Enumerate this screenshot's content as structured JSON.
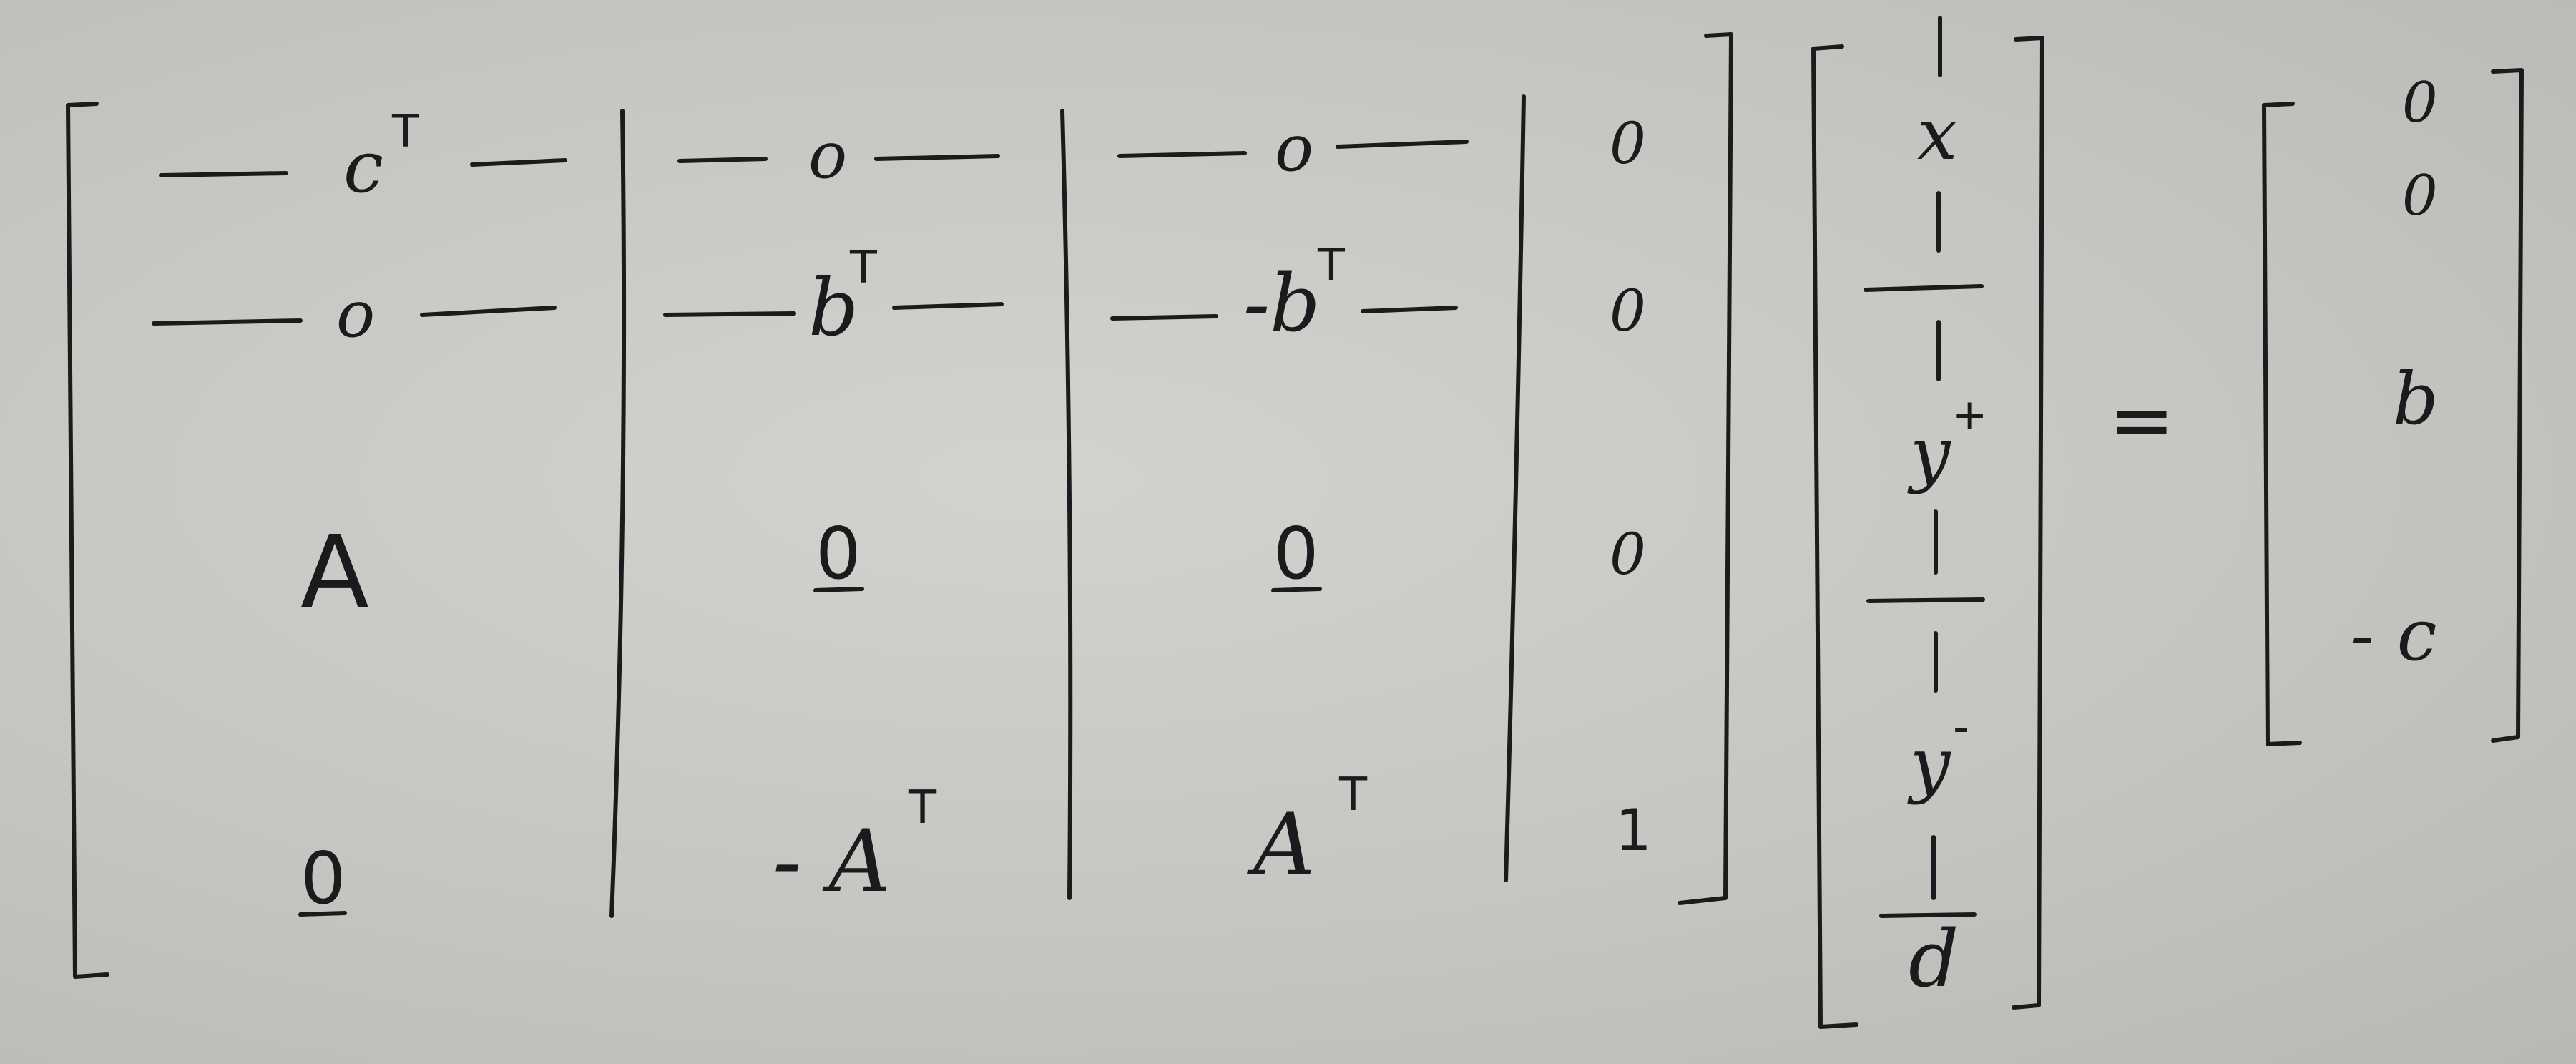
{
  "equation": {
    "matrix": {
      "col1": {
        "row1": "c",
        "row1_sup": "T",
        "row2": "o",
        "row3": "A",
        "row4": "0"
      },
      "col2": {
        "row1": "o",
        "row2": "b",
        "row2_sup": "T",
        "row3": "0",
        "row4": "- A",
        "row4_sup": "T"
      },
      "col3": {
        "row1": "o",
        "row2": "-b",
        "row2_sup": "T",
        "row3": "0",
        "row4": "A",
        "row4_sup": "T"
      },
      "col4": {
        "row1": "0",
        "row2": "0",
        "row3": "0",
        "row4": "1"
      }
    },
    "vector": {
      "x": "x",
      "y_plus": "y",
      "y_plus_sup": "+",
      "y_minus": "y",
      "y_minus_sup": "-",
      "d": "d"
    },
    "equals": "=",
    "rhs": {
      "r1": "0",
      "r2": "0",
      "r3": "b",
      "r4": "- c"
    }
  }
}
